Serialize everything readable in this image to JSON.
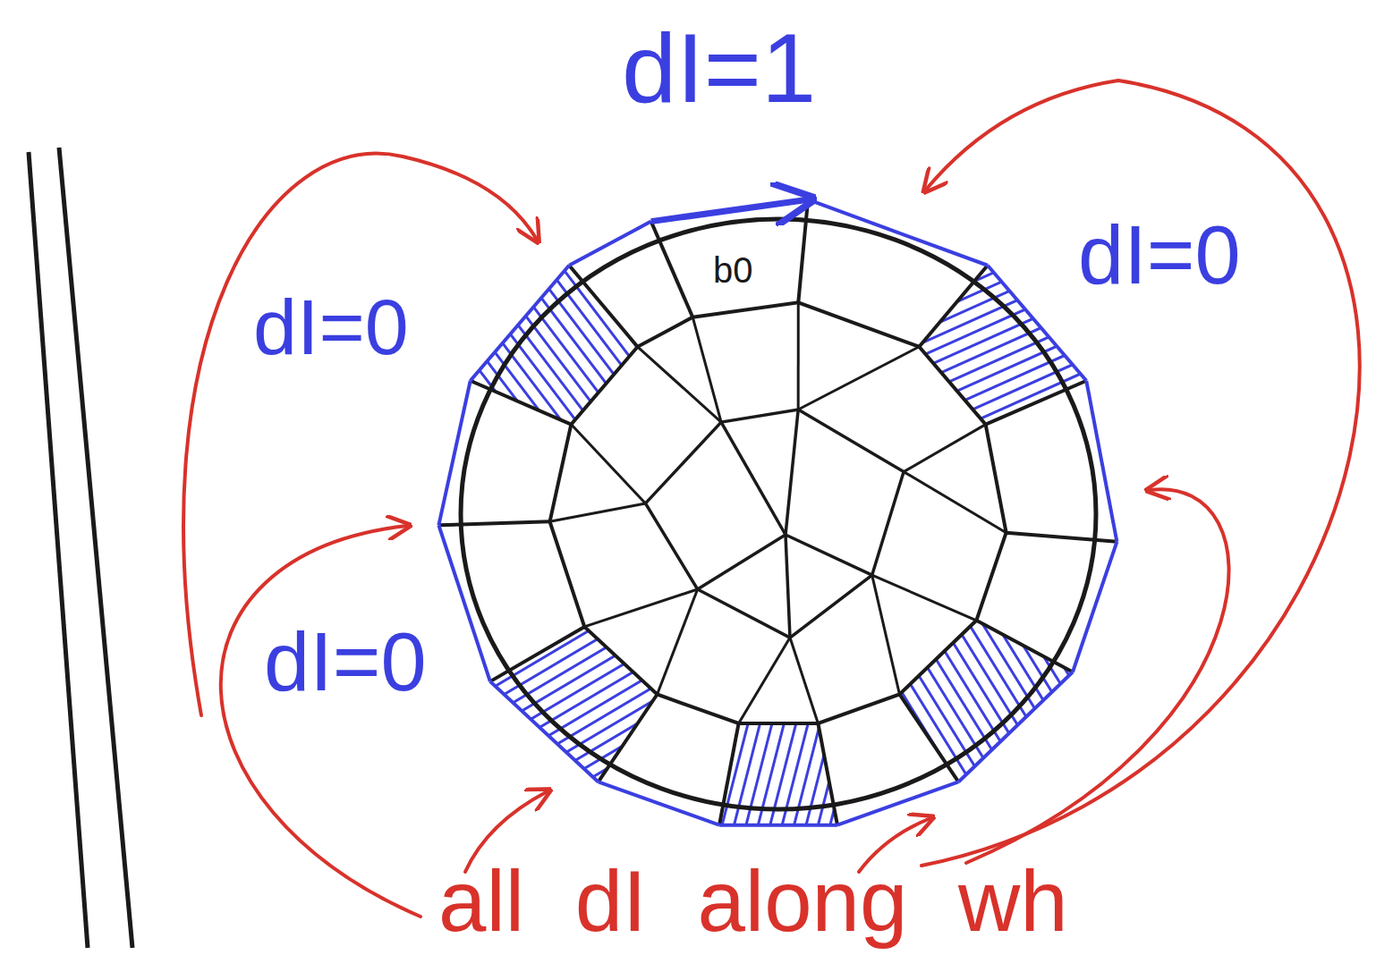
{
  "diagram": {
    "labels": [
      "dI=1",
      "dI=0",
      "dI=0",
      "dI=0",
      "b0",
      "all dI along wh"
    ]
  }
}
